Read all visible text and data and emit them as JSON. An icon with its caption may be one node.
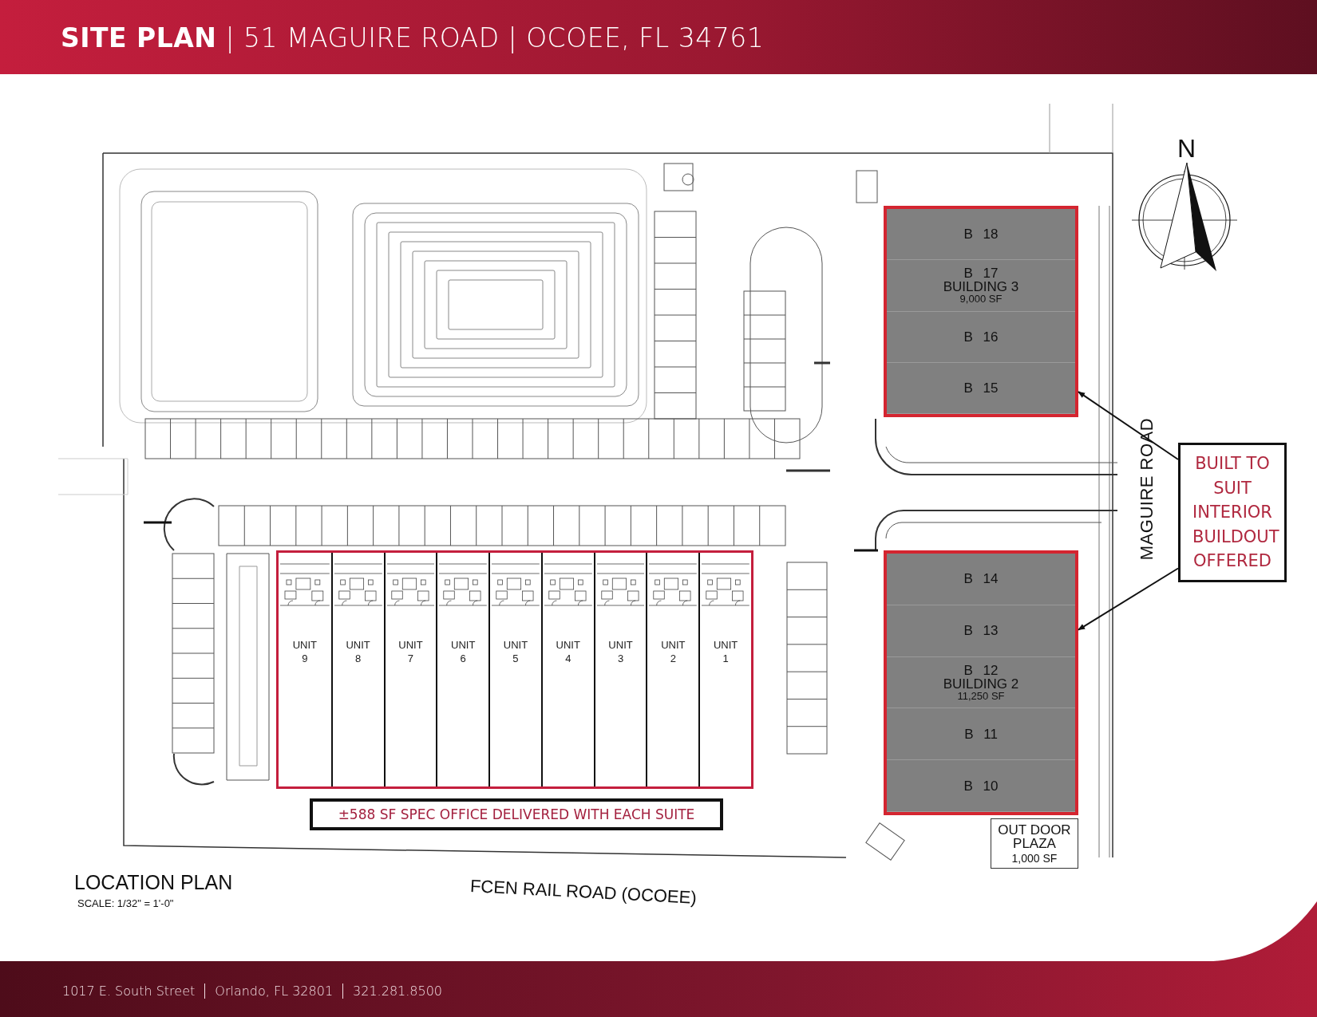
{
  "diagram": {
    "title": "**SITE PLAN** | 51 MAGUIRE ROAD | OCOEE, FL 34761",
    "nodes": [
      {
        "text": [],
        "shape": "box"
      },
      {
        "text": [
          "B 18"
        ],
        "in": 0
      },
      {
        "text": [
          "B 17",
          "BUILDING 3",
          "9,000 SF"
        ],
        "in": 0
      },
      {
        "text": [
          "B 16"
        ],
        "in": 0
      },
      {
        "text": [
          "B 15"
        ],
        "in": 0
      },
      {
        "text": [],
        "shape": "box"
      },
      {
        "text": [
          "B 14"
        ],
        "in": 5
      },
      {
        "text": [
          "B 13"
        ],
        "in": 5
      },
      {
        "text": [
          "B 12",
          "BUILDING 2",
          "11,250 SF"
        ],
        "in": 5
      },
      {
        "text": [
          "B 11"
        ],
        "in": 5
      },
      {
        "text": [
          "B 10"
        ],
        "in": 5
      },
      {
        "text": [],
        "shape": "box"
      },
      {
        "text": [
          "UNIT 9"
        ],
        "in": 11
      },
      {
        "text": [
          "UNIT 8"
        ],
        "in": 11
      },
      {
        "text": [
          "UNIT 7"
        ],
        "in": 11
      },
      {
        "text": [
          "UNIT 6"
        ],
        "in": 11
      },
      {
        "text": [
          "UNIT 5"
        ],
        "in": 11
      },
      {
        "text": [
          "UNIT 4"
        ],
        "in": 11
      },
      {
        "text": [
          "UNIT 3"
        ],
        "in": 11
      },
      {
        "text": [
          "UNIT 2"
        ],
        "in": 11
      },
      {
        "text": [
          "UNIT 1"
        ],
        "in": 11
      },
      {
        "text": [
          "±588 SF SPEC OFFICE DELIVERED WITH EACH SUITE"
        ]
      },
      {
        "text": [
          "BUILT TO SUIT INTERIOR BUILDOUT OFFERED"
        ]
      },
      {
        "text": [
          "OUT DOOR PLAZA",
          "1,000 SF"
        ]
      }
    ],
    "edges": [
      {
        "from": 22,
        "to": 0,
        "arrow": "to"
      },
      {
        "from": 22,
        "to": 5,
        "arrow": "to"
      }
    ],
    "labels": [
      "N",
      "MAGUIRE ROAD",
      "LOCATION PLAN",
      "SCALE: 1/32\" = 1'-0\"",
      "FCEN RAIL ROAD (OCOEE)",
      "1017 E. South Street",
      "Orlando, FL 32801",
      "321.281.8500"
    ]
  }
}
